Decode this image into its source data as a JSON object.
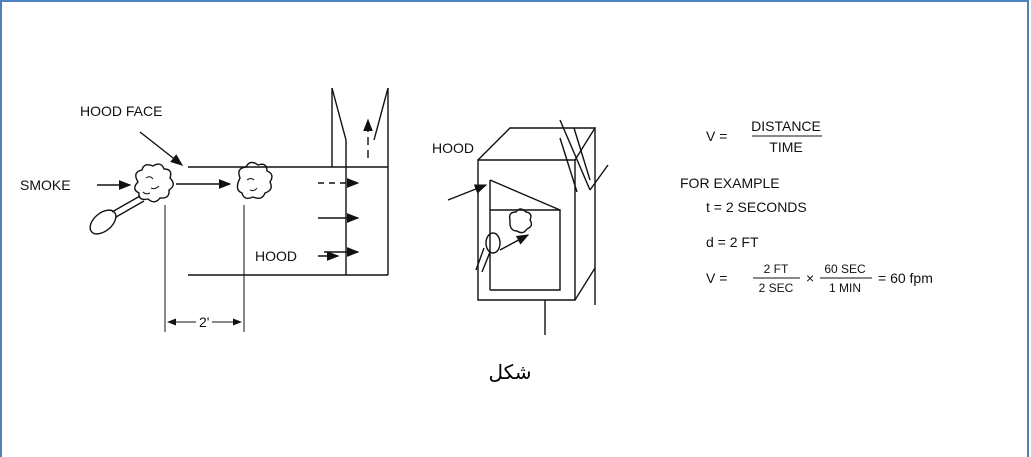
{
  "labels": {
    "hood_face": "HOOD FACE",
    "smoke": "SMOKE",
    "hood_bottom": "HOOD",
    "distance": "2'",
    "hood_3d": "HOOD"
  },
  "formula": {
    "v1_lhs": "V  =",
    "v1_num": "DISTANCE",
    "v1_den": "TIME",
    "for_example": "FOR EXAMPLE",
    "t_line": "t  =  2 SECONDS",
    "d_line": "d  =  2 FT",
    "v2_lhs": "V  =",
    "f1_num": "2 FT",
    "f1_den": "2 SEC",
    "times": "×",
    "f2_num": "60 SEC",
    "f2_den": "1 MIN",
    "result": "=  60 fpm"
  },
  "caption": "شكل"
}
